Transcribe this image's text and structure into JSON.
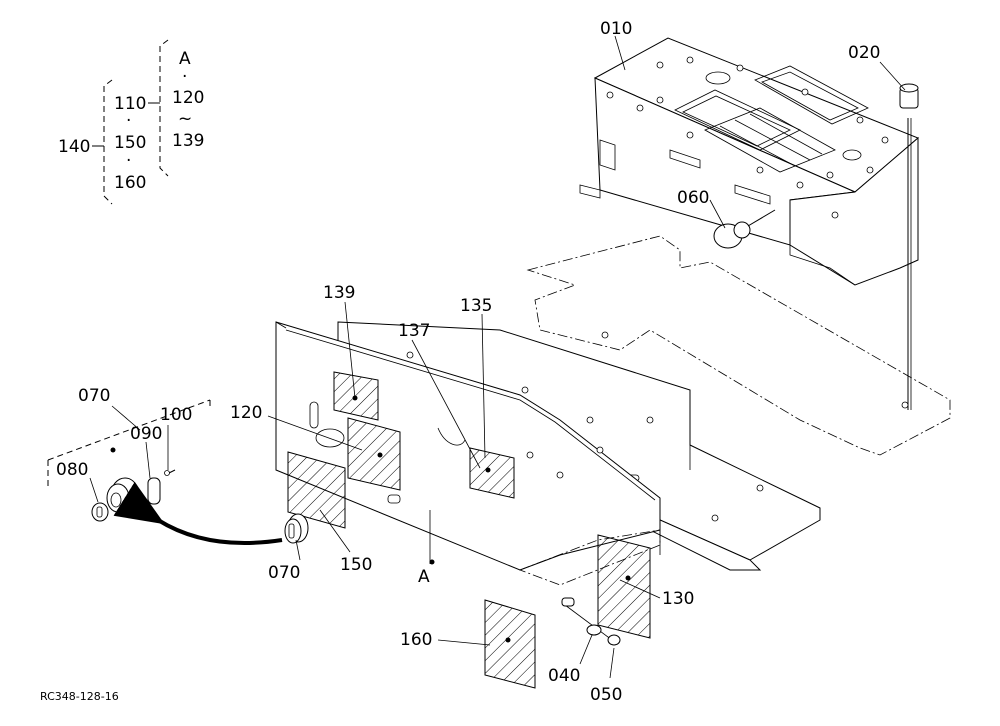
{
  "figure_id": "RC348-128-16",
  "legend": {
    "top_letter": "A",
    "mid_dot": "·",
    "range_from": "120",
    "tilde": "~",
    "range_to": "139",
    "group_110": "110",
    "group_150": "150",
    "group_160": "160",
    "assembly": "140"
  },
  "callouts": {
    "p010": "010",
    "p020": "020",
    "p060": "060",
    "p139": "139",
    "p135": "135",
    "p137": "137",
    "p120": "120",
    "p070_top": "070",
    "p090": "090",
    "p100": "100",
    "p080": "080",
    "p070_bottom": "070",
    "p150": "150",
    "pA": "A",
    "p130": "130",
    "p160": "160",
    "p040": "040",
    "p050": "050"
  }
}
